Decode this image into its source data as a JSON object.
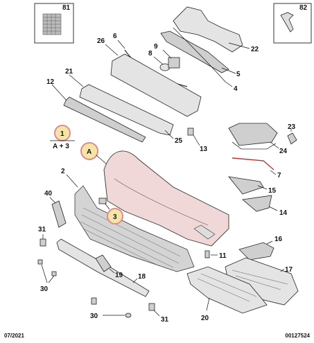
{
  "callouts": {
    "n81": "81",
    "n82": "82",
    "n6": "6",
    "n26": "26",
    "n8": "8",
    "n9": "9",
    "n22": "22",
    "n5": "5",
    "n4": "4",
    "n21": "21",
    "n12": "12",
    "n25": "25",
    "n13": "13",
    "n1": "1",
    "nA3": "A + 3",
    "nA": "A",
    "n23": "23",
    "n24": "24",
    "n7": "7",
    "n15": "15",
    "n14": "14",
    "n2": "2",
    "n40": "40",
    "n3": "3",
    "n31a": "31",
    "n16": "16",
    "n11": "11",
    "n17": "17",
    "n19": "19",
    "n30a": "30",
    "n18": "18",
    "n30b": "30",
    "n31b": "31",
    "n20": "20"
  },
  "footer": {
    "date": "07/2021",
    "code": "00127524"
  }
}
